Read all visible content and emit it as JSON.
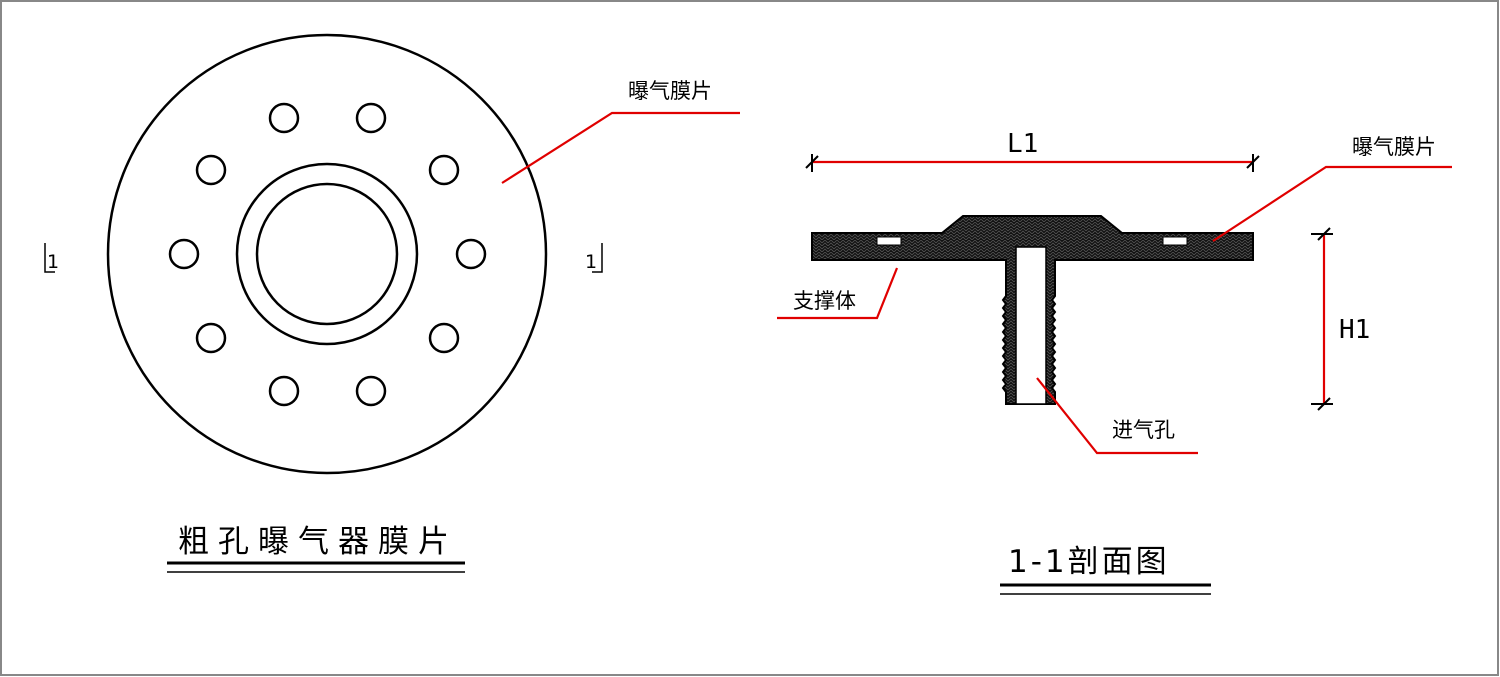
{
  "plan_view": {
    "title": "粗孔曝气器膜片",
    "membrane_label": "曝气膜片",
    "section_mark_left": "1",
    "section_mark_right": "1"
  },
  "section_view": {
    "title": "1-1剖面图",
    "membrane_label": "曝气膜片",
    "support_label": "支撑体",
    "inlet_label": "进气孔",
    "dim_width": "L1",
    "dim_height": "H1"
  },
  "colors": {
    "line": "#000000",
    "leader": "#e00000",
    "border": "#888888",
    "background": "#ffffff"
  }
}
